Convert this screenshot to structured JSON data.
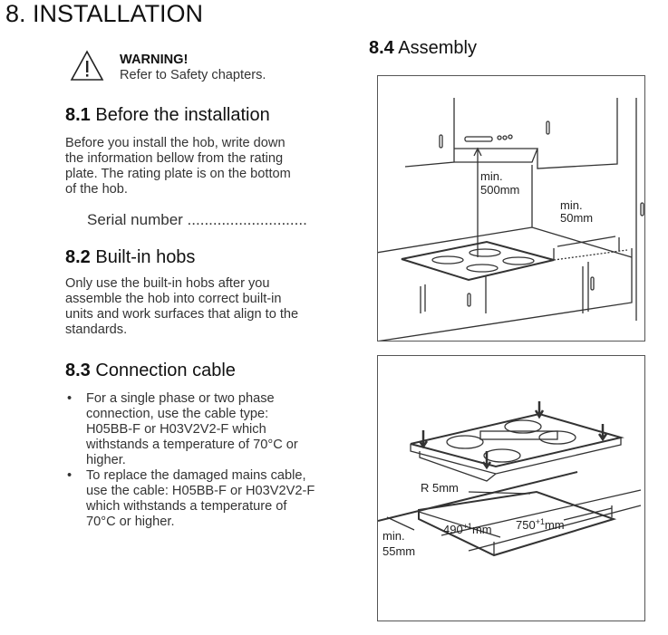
{
  "title": "8. INSTALLATION",
  "warning": {
    "title": "WARNING!",
    "text": "Refer to Safety chapters."
  },
  "s81": {
    "num": "8.1",
    "title": "Before the installation",
    "lines": [
      "Before you install the hob, write down",
      "the information bellow from the rating",
      "plate. The rating plate is on the bottom",
      "of the hob."
    ],
    "serial": "Serial number ............................"
  },
  "s82": {
    "num": "8.2",
    "title": "Built-in hobs",
    "lines": [
      "Only use the built-in hobs after you",
      "assemble the hob into correct built-in",
      "units and work surfaces that align to the",
      "standards."
    ]
  },
  "s83": {
    "num": "8.3",
    "title": "Connection cable",
    "bullets": [
      [
        "For a single phase or two phase",
        "connection, use the cable type:",
        "H05BB-F or H03V2V2-F which",
        "withstands a temperature of 70°C or",
        "higher."
      ],
      [
        "To replace the damaged mains cable,",
        "use the cable: H05BB-F or H03V2V2-F",
        "which withstands a temperature of",
        "70°C or higher."
      ]
    ]
  },
  "s84": {
    "num": "8.4",
    "title": "Assembly"
  },
  "fig1": {
    "min": "min.",
    "h": "500mm",
    "min2": "min.",
    "side": "50mm"
  },
  "fig2": {
    "r": "R 5mm",
    "d1": "490",
    "d2": "750",
    "tol": "+1",
    "mm": "mm",
    "min": "min.",
    "depth": "55mm"
  }
}
